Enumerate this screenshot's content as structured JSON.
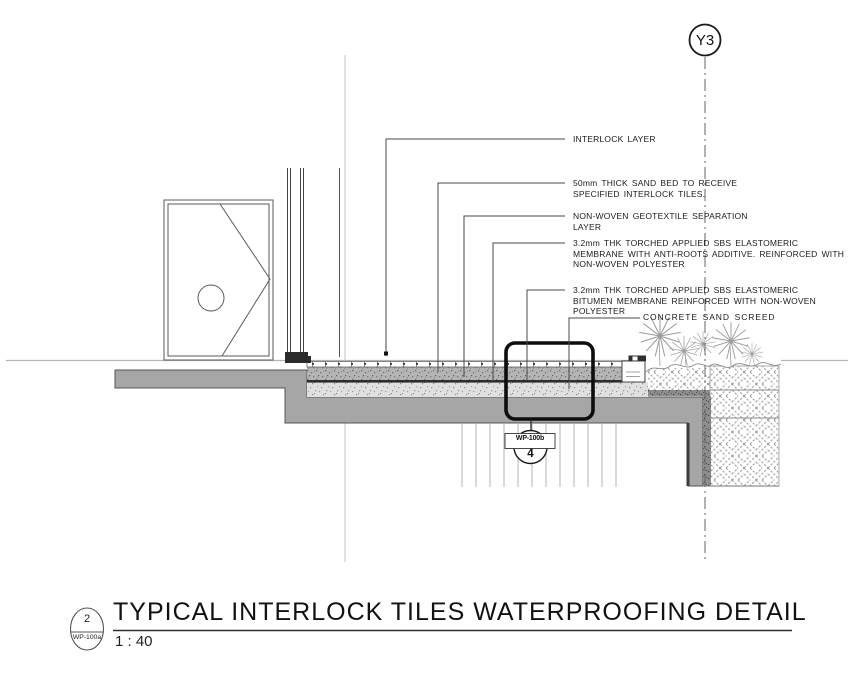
{
  "sheet": {
    "grid_bubble_label": "Y3",
    "section": {
      "annotations": [
        {
          "id": "interlock-layer",
          "text": "INTERLOCK LAYER"
        },
        {
          "id": "sand-bed",
          "text": "50mm THICK SAND BED TO RECEIVE\nSPECIFIED INTERLOCK TILES."
        },
        {
          "id": "geotextile",
          "text": "NON-WOVEN GEOTEXTILE SEPARATION\nLAYER"
        },
        {
          "id": "sbs-membrane-anti-root",
          "text": "3.2mm THK TORCHED APPLIED SBS ELASTOMERIC\nMEMBRANE WITH ANTI-ROOTS ADDITIVE. REINFORCED WITH\nNON-WOVEN POLYESTER"
        },
        {
          "id": "sbs-membrane-bitumen",
          "text": "3.2mm THK TORCHED APPLIED SBS ELASTOMERIC\nBITUMEN MEMBRANE REINFORCED WITH NON-WOVEN\nPOLYESTER"
        },
        {
          "id": "concrete-screed",
          "text": "CONCRETE SAND SCREED"
        }
      ],
      "detail_callout": {
        "reference": "WP-100b",
        "number": "4"
      }
    },
    "title_block": {
      "detail_number": "2",
      "sheet_reference": "WP-100a",
      "title": "TYPICAL INTERLOCK TILES WATERPROOFING DETAIL",
      "scale": "1 : 40"
    },
    "colors": {
      "concrete_fill": "#a6a6a6",
      "line_dark": "#1a1a1a",
      "line_medium": "#555555",
      "line_light": "#b5b5b5",
      "hatch_line": "#a3a3a3"
    }
  }
}
